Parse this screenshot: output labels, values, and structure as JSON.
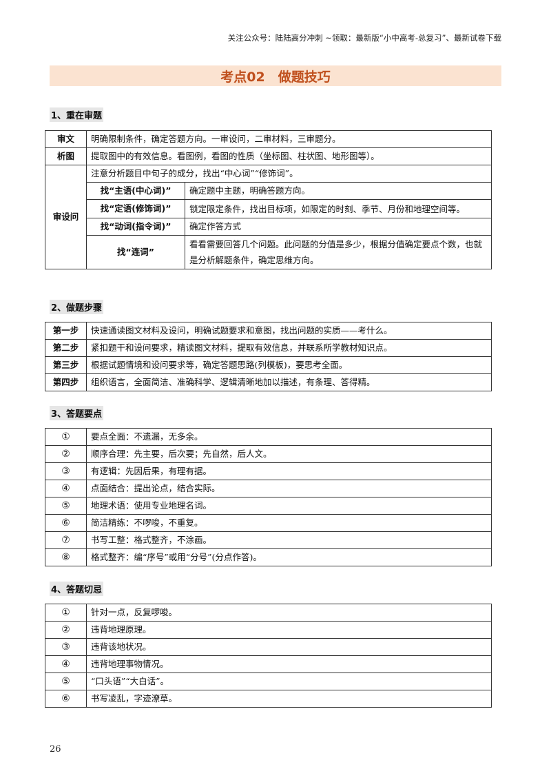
{
  "header_note": "关注公众号：陆陆高分冲刺 ~领取：最新版“小中高考-总复习”、最新试卷下载",
  "title": "考点02　做题技巧",
  "section1": {
    "title": "1、重在审题",
    "rows": {
      "shenwen_label": "审文",
      "shenwen_text": "明确限制条件，确定答题方向。一审设问，二审材料，三审题分。",
      "xitu_label": "析图",
      "xitu_text": "提取图中的有效信息。看图例，看图的性质（坐标图、柱状图、地形图等）。",
      "shensheWen_label": "审设问",
      "shenshewen_intro": "注意分析题目中句子的成分，找出“中心词”“修饰词”。",
      "sub": [
        {
          "label": "找“主语(中心词)”",
          "text": "确定题中主题，明确答题方向。"
        },
        {
          "label": "找“定语(修饰词)”",
          "text": "锁定限定条件，找出目标项，如限定的时刻、季节、月份和地理空间等。"
        },
        {
          "label": "找“动词(指令词)”",
          "text": "确定作答方式"
        },
        {
          "label": "找“连词”",
          "text": "看看需要回答几个问题。此问题的分值是多少，根据分值确定要点个数，也就是分析解题条件，确定思维方向。"
        }
      ]
    }
  },
  "section2": {
    "title": "2、做题步骤",
    "rows": [
      {
        "label": "第一步",
        "text": "快速通读图文材料及设问，明确试题要求和意图，找出问题的实质——考什么。"
      },
      {
        "label": "第二步",
        "text": "紧扣题干和设问要求，精读图文材料，提取有效信息，并联系所学教材知识点。"
      },
      {
        "label": "第三步",
        "text": "根据试题情境和设问要求等，确定答题思路(列模板)，要思考全面。"
      },
      {
        "label": "第四步",
        "text": "组织语言，全面简洁、准确科学、逻辑清晰地加以描述，有条理、答得精。"
      }
    ]
  },
  "section3": {
    "title": "3、答题要点",
    "rows": [
      {
        "num": "①",
        "text": "要点全面：不遗漏，无多余。"
      },
      {
        "num": "②",
        "text": "顺序合理：先主要，后次要；先自然，后人文。"
      },
      {
        "num": "③",
        "text": "有逻辑：先因后果，有理有据。"
      },
      {
        "num": "④",
        "text": "点面结合：提出论点，结合实际。"
      },
      {
        "num": "⑤",
        "text": "地理术语：使用专业地理名词。"
      },
      {
        "num": "⑥",
        "text": "简洁精练：不啰唆，不重复。"
      },
      {
        "num": "⑦",
        "text": "书写工整：格式整齐，不涂画。"
      },
      {
        "num": "⑧",
        "text": "格式整齐：编“序号”或用“分号”(分点作答)。"
      }
    ]
  },
  "section4": {
    "title": "4、答题切忌",
    "rows": [
      {
        "num": "①",
        "text": "针对一点，反复啰唆。"
      },
      {
        "num": "②",
        "text": "违背地理原理。"
      },
      {
        "num": "③",
        "text": "违背该地状况。"
      },
      {
        "num": "④",
        "text": "违背地理事物情况。"
      },
      {
        "num": "⑤",
        "text": "“口头语”“大白话”。"
      },
      {
        "num": "⑥",
        "text": "书写凌乱，字迹潦草。"
      }
    ]
  },
  "page_number": "26"
}
